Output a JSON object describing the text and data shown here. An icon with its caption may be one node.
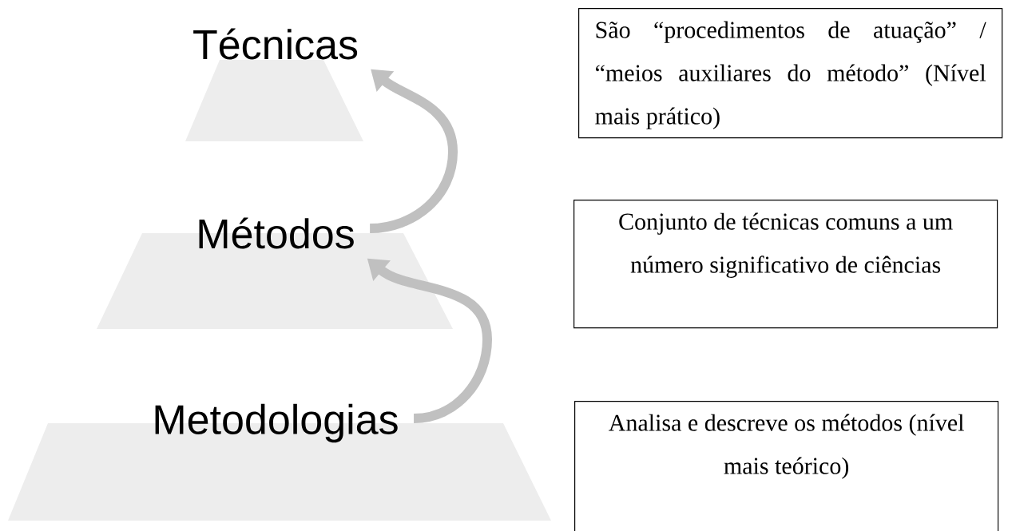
{
  "diagram": {
    "nodes": [
      {
        "text": [
          "Técnicas"
        ]
      },
      {
        "text": [
          "Métodos"
        ]
      },
      {
        "text": [
          "Metodologias"
        ]
      },
      {
        "text": [
          "São “procedimentos de atuação” / “meios auxiliares do método” (Nível mais prático)"
        ]
      },
      {
        "text": [
          "Conjunto de técnicas comuns a um número significativo de ciências"
        ]
      },
      {
        "text": [
          "Analisa e descreve os métodos (nível mais teórico)"
        ]
      }
    ],
    "edges": [
      {
        "from": 1,
        "to": 0,
        "arrow": "to",
        "color": "#c0c0c0"
      },
      {
        "from": 2,
        "to": 1,
        "arrow": "to",
        "color": "#c0c0c0"
      }
    ]
  }
}
